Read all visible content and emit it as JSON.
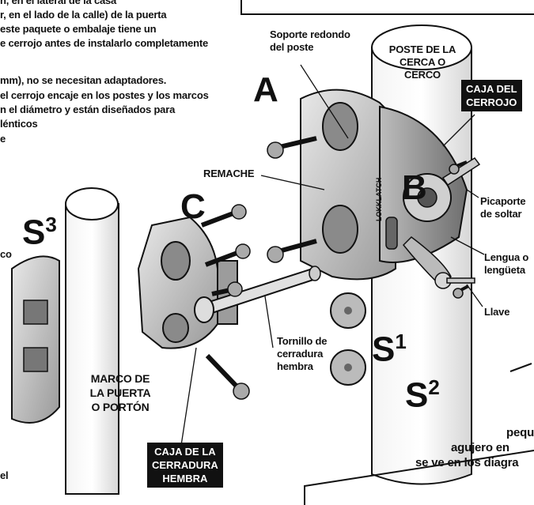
{
  "intro_lines": [
    "n, en el lateral de la casa",
    "r, en el lado de la calle) de la puerta",
    "este paquete o embalaje tiene un",
    "e cerrojo antes de instalarlo completamente",
    "mm), no se necesitan adaptadores.",
    "el cerrojo encaje en los postes y los marcos",
    "n el diámetro y están diseñados para",
    "lénticos",
    "e"
  ],
  "left_fragments": [
    "co",
    "el"
  ],
  "labels": {
    "soporte": [
      "Soporte redondo",
      "del poste"
    ],
    "poste": [
      "POSTE DE LA",
      "CERCA O",
      "CERCO"
    ],
    "caja_cerrojo": [
      "CAJA DEL",
      "CERROJO"
    ],
    "remache": "REMACHE",
    "picaporte": [
      "Picaporte",
      "de soltar"
    ],
    "lengua": [
      "Lengua o",
      "lengüeta"
    ],
    "llave": "Llave",
    "tornillo": [
      "Tornillo de",
      "cerradura",
      "hembra"
    ],
    "marco": [
      "MARCO DE",
      "LA PUERTA",
      "O PORTÓN"
    ],
    "caja_cerradura": [
      "CAJA DE LA",
      "CERRADURA",
      "HEMBRA"
    ],
    "product_text": "LOKKLATCH"
  },
  "letters": {
    "a": "A",
    "b": "B",
    "c": "C"
  },
  "parts": {
    "s1": {
      "base": "S",
      "sup": "1"
    },
    "s2": {
      "base": "S",
      "sup": "2"
    },
    "s3": {
      "base": "S",
      "sup": "3"
    }
  },
  "bottom_right": [
    "pequ",
    "agujero en",
    "se ve en los diagra"
  ]
}
